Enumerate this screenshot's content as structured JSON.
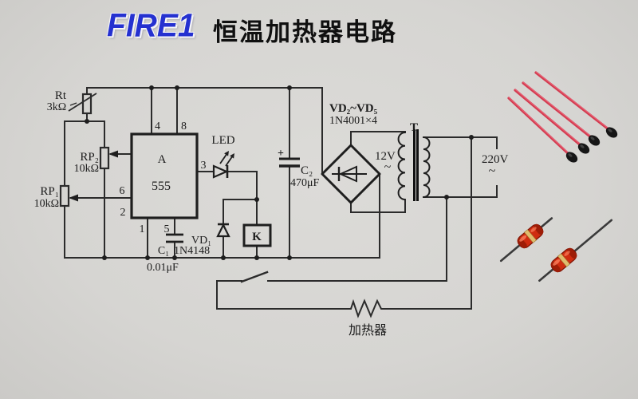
{
  "header": {
    "logo": "FIRE1",
    "title": "恒温加热器电路"
  },
  "schematic": {
    "labels": {
      "rt_name": "Rt",
      "rt_value": "3kΩ",
      "rp2_name": "RP₂",
      "rp2_value": "10kΩ",
      "rp1_name": "RP₁",
      "rp1_value": "10kΩ",
      "pin4": "4",
      "pin8": "8",
      "pin3": "3",
      "pin6": "6",
      "pin2": "2",
      "pin1": "1",
      "pin5": "5",
      "ic_letter": "A",
      "ic_type": "555",
      "led": "LED",
      "c1_name": "C₁",
      "c1_value": "0.01μF",
      "vd1_name": "VD₁",
      "vd1_value": "1N4148",
      "relay": "K",
      "c2_plus": "+",
      "c2_name": "C₂",
      "c2_value": "470μF",
      "bridge_name": "VD₂~VD₅",
      "bridge_value": "1N4001×4",
      "secondary_voltage": "12V",
      "secondary_ac": "~",
      "transformer": "T",
      "mains_voltage": "220V",
      "mains_ac": "~",
      "heater": "加热器"
    }
  },
  "photos": {
    "bead_thermistor_probes_count": 4,
    "glass_thermistors_count": 2
  },
  "colors": {
    "background": "#d6d5d2",
    "logo_blue": "#2531d0",
    "ink": "#2b2b2b",
    "probe_lead_red": "#d23c50",
    "probe_bead_black": "#161616",
    "glass_body_red": "#cf2c10",
    "glass_band_gold": "#e0bc6e"
  }
}
